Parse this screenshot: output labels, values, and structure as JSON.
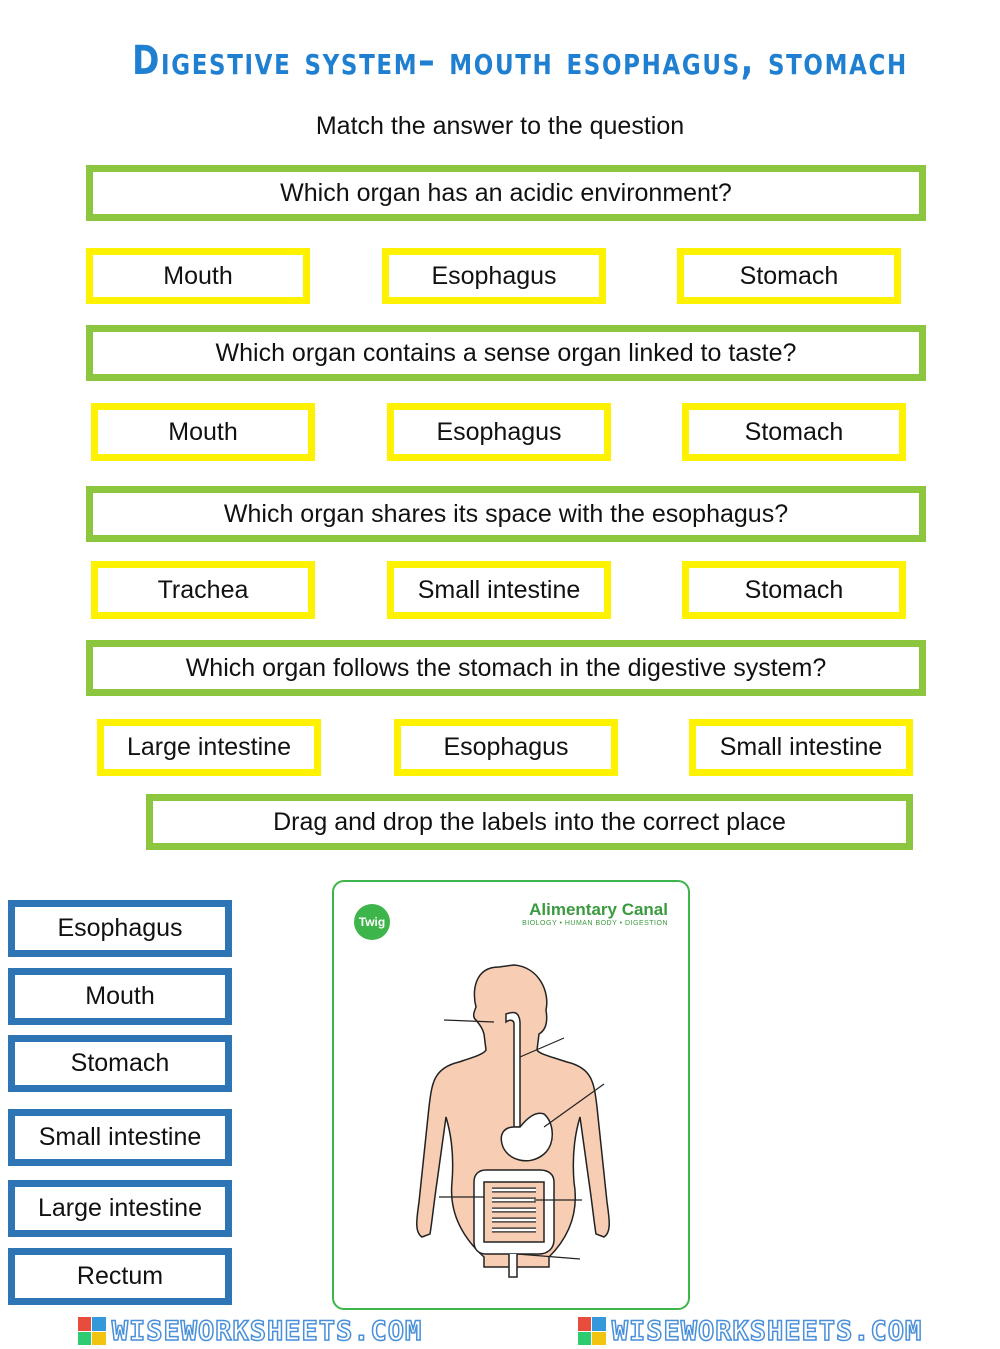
{
  "title": "Digestive system– mouth esophagus, stomach",
  "subtitle": "Match the answer to the question",
  "questions": [
    {
      "question": "Which organ has an acidic environment?",
      "options": [
        "Mouth",
        "Esophagus",
        "Stomach"
      ]
    },
    {
      "question": "Which organ contains a sense organ linked to taste?",
      "options": [
        "Mouth",
        "Esophagus",
        "Stomach"
      ]
    },
    {
      "question": "Which organ shares its space with the esophagus?",
      "options": [
        "Trachea",
        "Small intestine",
        "Stomach"
      ]
    },
    {
      "question": "Which organ follows the stomach in the digestive system?",
      "options": [
        "Large intestine",
        "Esophagus",
        "Small intestine"
      ]
    }
  ],
  "drag_instruction": "Drag and drop the labels into the correct place",
  "labels": [
    "Esophagus",
    "Mouth",
    "Stomach",
    "Small intestine",
    "Large intestine",
    "Rectum"
  ],
  "diagram": {
    "badge": "Twig",
    "title": "Alimentary Canal",
    "subtitle": "BIOLOGY • HUMAN BODY • DIGESTION"
  },
  "footer": {
    "text": "WISEWORKSHEETS.COM"
  },
  "colors": {
    "title": "#1f7fd0",
    "question_border": "#8cc63f",
    "option_border": "#fff200",
    "label_border": "#2e75b6",
    "card_border": "#3db54a"
  }
}
